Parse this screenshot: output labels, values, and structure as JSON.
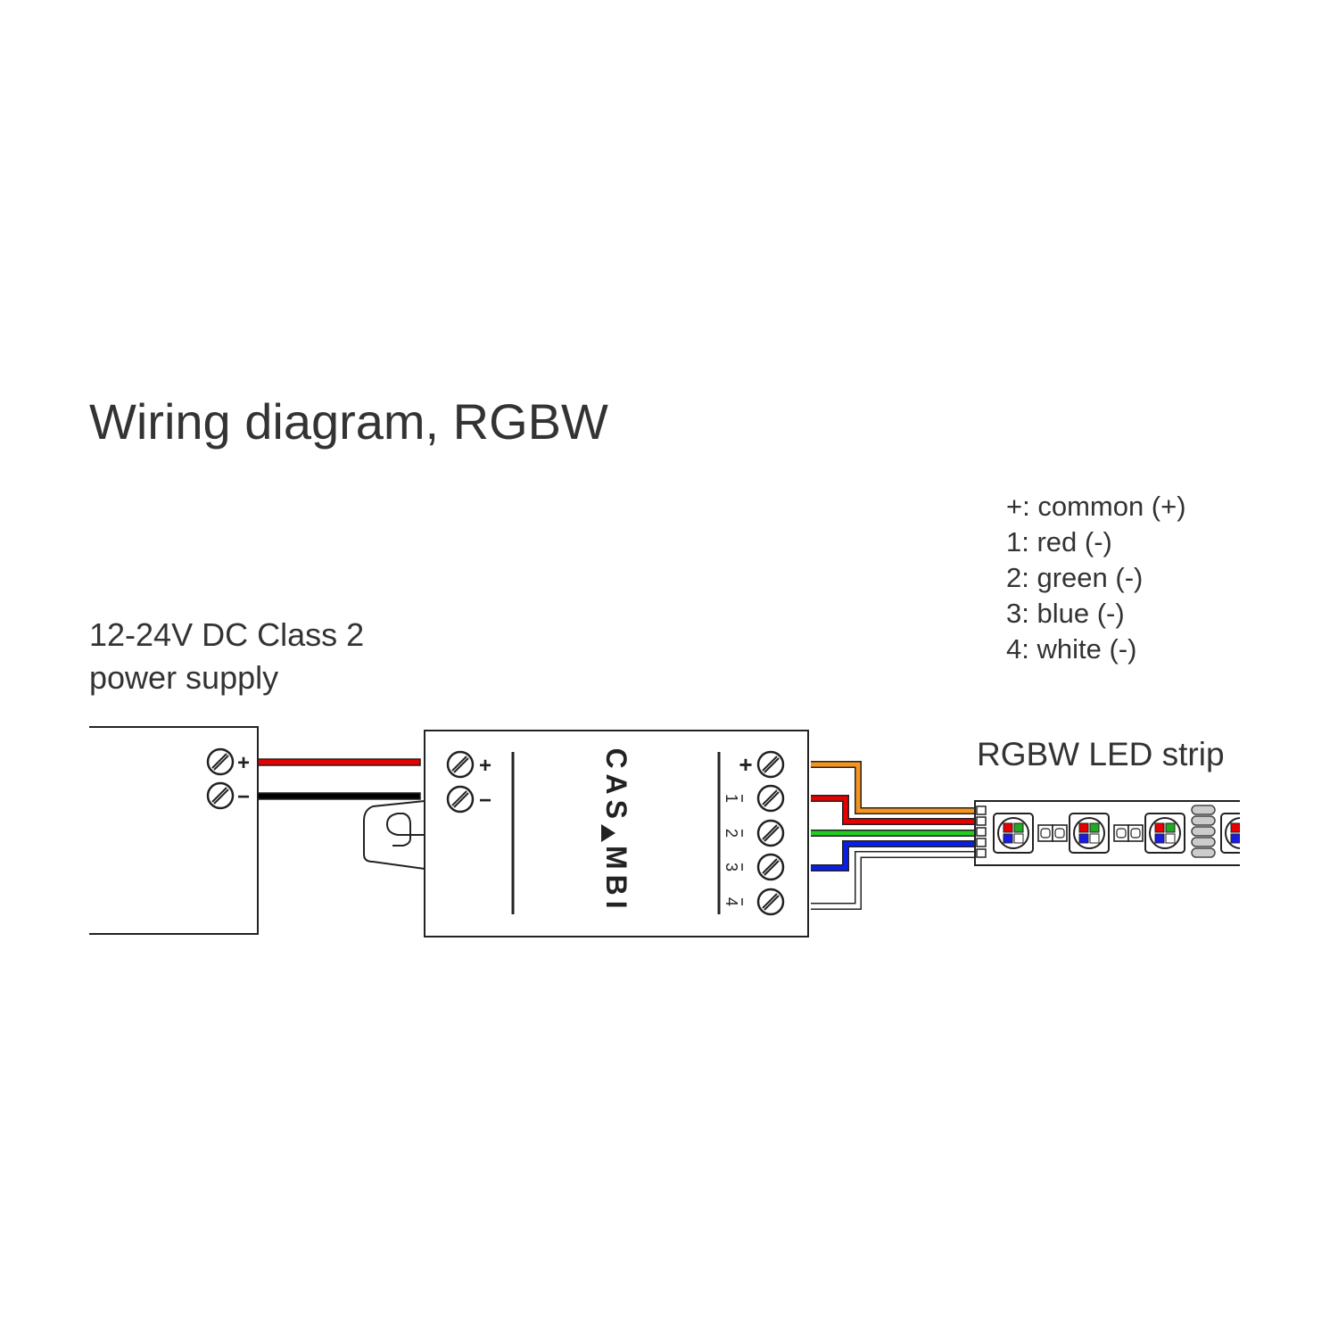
{
  "title": "Wiring diagram, RGBW",
  "power_supply": {
    "label_line1": "12-24V DC Class 2",
    "label_line2": "power supply",
    "plus": "+",
    "minus": "−"
  },
  "controller": {
    "brand_left": "CAS",
    "brand_right": "MBI",
    "input_plus": "+",
    "input_minus": "−",
    "output_plus": "+",
    "output_channels": [
      "1",
      "2",
      "3",
      "4"
    ]
  },
  "legend": [
    "+: common (+)",
    "1: red (-)",
    "2: green (-)",
    "3: blue (-)",
    "4: white (-)"
  ],
  "strip_label": "RGBW LED strip",
  "colors": {
    "wire_red": "#e60000",
    "wire_black": "#000000",
    "wire_orange": "#f7941d",
    "wire_green": "#22cc22",
    "wire_blue": "#0a1ee6",
    "wire_white": "#ffffff",
    "outline": "#222222",
    "led_red": "#e60000",
    "led_green": "#22aa22",
    "led_blue": "#1a1ae6"
  }
}
